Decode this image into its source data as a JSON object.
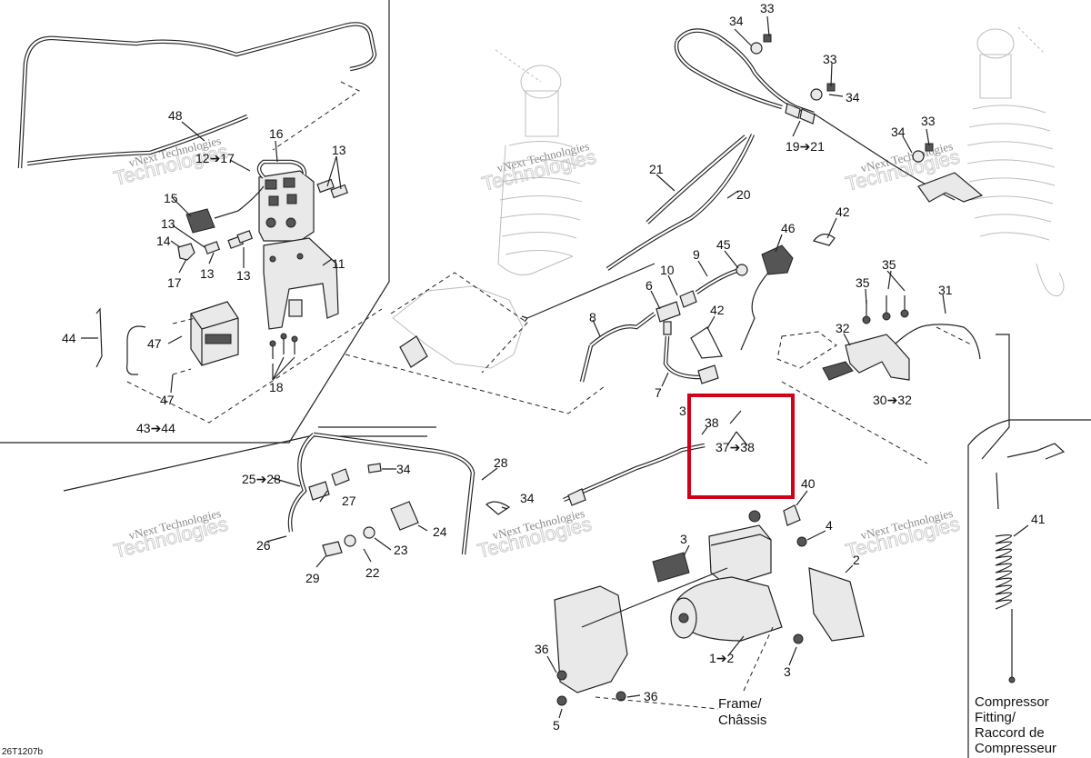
{
  "labels": {
    "l48": "48",
    "l16": "16",
    "l12_17": "12➔17",
    "l13a": "13",
    "l15": "15",
    "l13b": "13",
    "l14": "14",
    "l13c": "13",
    "l13d": "13",
    "l17": "17",
    "l11": "11",
    "l44": "44",
    "l47a": "47",
    "l47b": "47",
    "l18": "18",
    "l43_44": "43➔44",
    "l34a": "34",
    "l33a": "33",
    "l33b": "33",
    "l34b": "34",
    "l34c": "34",
    "l33c": "33",
    "l19_21": "19➔21",
    "l21": "21",
    "l20": "20",
    "l46": "46",
    "l42a": "42",
    "l9": "9",
    "l45": "45",
    "l10": "10",
    "l6": "6",
    "l42b": "42",
    "l8": "8",
    "l7": "7",
    "l35a": "35",
    "l35b": "35",
    "l31": "31",
    "l32": "32",
    "l30_32": "30➔32",
    "l3a": "3",
    "l38": "38",
    "l37_38": "37➔38",
    "l25_28": "25➔28",
    "l34d": "34",
    "l28": "28",
    "l27": "27",
    "l34e": "34",
    "l24": "24",
    "l26": "26",
    "l23": "23",
    "l22": "22",
    "l29": "29",
    "l40": "40",
    "l4": "4",
    "l3b": "3",
    "l2": "2",
    "l41": "41",
    "l36a": "36",
    "l1_2": "1➔2",
    "l3c": "3",
    "l36b": "36",
    "l5": "5"
  },
  "captions": {
    "frame_line1": "Frame/",
    "frame_line2": "Châssis",
    "compressor_line1": "Compressor",
    "compressor_line2": "Fitting/",
    "compressor_line3": "Raccord de",
    "compressor_line4": "Compresseur"
  },
  "reference_code": "26T1207b",
  "watermark": {
    "line1": "vNext Technologies",
    "big": "Technologies"
  },
  "highlight_color": "#d0021b"
}
